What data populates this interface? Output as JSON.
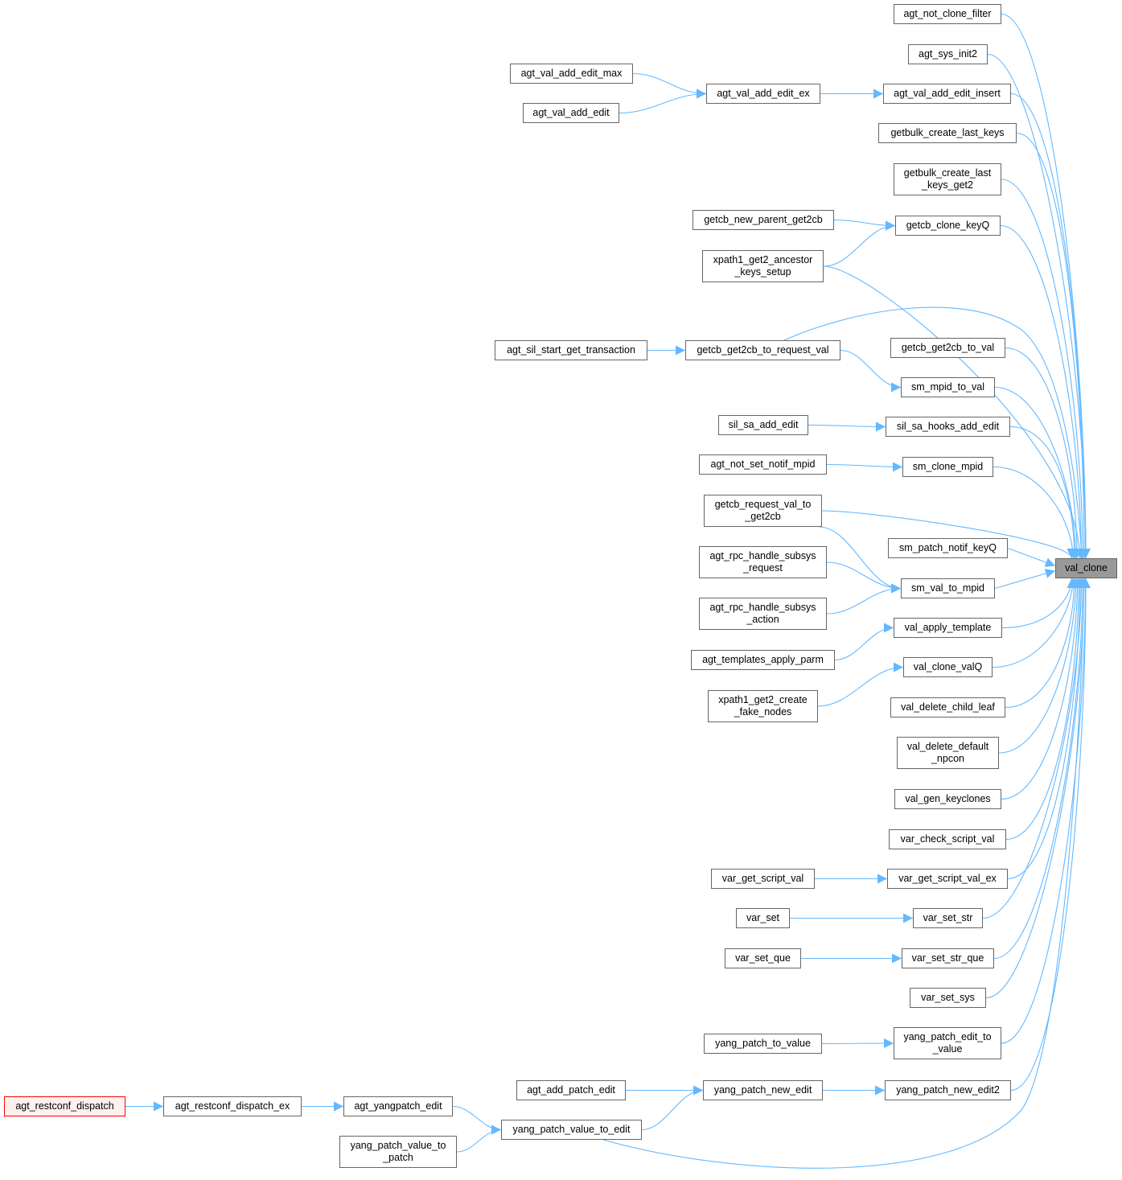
{
  "title": "val_clone caller graph",
  "colors": {
    "edge": "#63b8ff",
    "current_fill": "#999999",
    "root_border": "#ff0000",
    "root_fill": "#fff0f0"
  },
  "nodes": [
    {
      "id": "val_clone",
      "lines": [
        "val_clone"
      ],
      "kind": "current"
    },
    {
      "id": "agt_not_clone_filter",
      "lines": [
        "agt_not_clone_filter"
      ]
    },
    {
      "id": "agt_sys_init2",
      "lines": [
        "agt_sys_init2"
      ]
    },
    {
      "id": "agt_val_add_edit_insert",
      "lines": [
        "agt_val_add_edit_insert"
      ]
    },
    {
      "id": "getbulk_create_last_keys",
      "lines": [
        "getbulk_create_last_keys"
      ]
    },
    {
      "id": "getbulk_create_last_keys_get2",
      "lines": [
        "getbulk_create_last",
        "_keys_get2"
      ]
    },
    {
      "id": "getcb_clone_keyQ",
      "lines": [
        "getcb_clone_keyQ"
      ]
    },
    {
      "id": "getcb_get2cb_to_val",
      "lines": [
        "getcb_get2cb_to_val"
      ]
    },
    {
      "id": "sm_mpid_to_val",
      "lines": [
        "sm_mpid_to_val"
      ]
    },
    {
      "id": "sil_sa_hooks_add_edit",
      "lines": [
        "sil_sa_hooks_add_edit"
      ]
    },
    {
      "id": "sm_clone_mpid",
      "lines": [
        "sm_clone_mpid"
      ]
    },
    {
      "id": "sm_patch_notif_keyQ",
      "lines": [
        "sm_patch_notif_keyQ"
      ]
    },
    {
      "id": "sm_val_to_mpid",
      "lines": [
        "sm_val_to_mpid"
      ]
    },
    {
      "id": "val_apply_template",
      "lines": [
        "val_apply_template"
      ]
    },
    {
      "id": "val_clone_valQ",
      "lines": [
        "val_clone_valQ"
      ]
    },
    {
      "id": "val_delete_child_leaf",
      "lines": [
        "val_delete_child_leaf"
      ]
    },
    {
      "id": "val_delete_default_npcon",
      "lines": [
        "val_delete_default",
        "_npcon"
      ]
    },
    {
      "id": "val_gen_keyclones",
      "lines": [
        "val_gen_keyclones"
      ]
    },
    {
      "id": "var_check_script_val",
      "lines": [
        "var_check_script_val"
      ]
    },
    {
      "id": "var_get_script_val_ex",
      "lines": [
        "var_get_script_val_ex"
      ]
    },
    {
      "id": "var_set_str",
      "lines": [
        "var_set_str"
      ]
    },
    {
      "id": "var_set_str_que",
      "lines": [
        "var_set_str_que"
      ]
    },
    {
      "id": "var_set_sys",
      "lines": [
        "var_set_sys"
      ]
    },
    {
      "id": "yang_patch_edit_to_value",
      "lines": [
        "yang_patch_edit_to",
        "_value"
      ]
    },
    {
      "id": "yang_patch_new_edit2",
      "lines": [
        "yang_patch_new_edit2"
      ]
    },
    {
      "id": "agt_val_add_edit_ex",
      "lines": [
        "agt_val_add_edit_ex"
      ]
    },
    {
      "id": "getcb_new_parent_get2cb",
      "lines": [
        "getcb_new_parent_get2cb"
      ]
    },
    {
      "id": "xpath1_get2_ancestor_keys_setup",
      "lines": [
        "xpath1_get2_ancestor",
        "_keys_setup"
      ]
    },
    {
      "id": "getcb_get2cb_to_request_val",
      "lines": [
        "getcb_get2cb_to_request_val"
      ]
    },
    {
      "id": "sil_sa_add_edit",
      "lines": [
        "sil_sa_add_edit"
      ]
    },
    {
      "id": "agt_not_set_notif_mpid",
      "lines": [
        "agt_not_set_notif_mpid"
      ]
    },
    {
      "id": "getcb_request_val_to_get2cb",
      "lines": [
        "getcb_request_val_to",
        "_get2cb"
      ]
    },
    {
      "id": "agt_rpc_handle_subsys_request",
      "lines": [
        "agt_rpc_handle_subsys",
        "_request"
      ]
    },
    {
      "id": "agt_rpc_handle_subsys_action",
      "lines": [
        "agt_rpc_handle_subsys",
        "_action"
      ]
    },
    {
      "id": "agt_templates_apply_parm",
      "lines": [
        "agt_templates_apply_parm"
      ]
    },
    {
      "id": "xpath1_get2_create_fake_nodes",
      "lines": [
        "xpath1_get2_create",
        "_fake_nodes"
      ]
    },
    {
      "id": "var_get_script_val",
      "lines": [
        "var_get_script_val"
      ]
    },
    {
      "id": "var_set",
      "lines": [
        "var_set"
      ]
    },
    {
      "id": "var_set_que",
      "lines": [
        "var_set_que"
      ]
    },
    {
      "id": "yang_patch_to_value",
      "lines": [
        "yang_patch_to_value"
      ]
    },
    {
      "id": "yang_patch_new_edit",
      "lines": [
        "yang_patch_new_edit"
      ]
    },
    {
      "id": "agt_val_add_edit_max",
      "lines": [
        "agt_val_add_edit_max"
      ]
    },
    {
      "id": "agt_val_add_edit",
      "lines": [
        "agt_val_add_edit"
      ]
    },
    {
      "id": "agt_sil_start_get_transaction",
      "lines": [
        "agt_sil_start_get_transaction"
      ]
    },
    {
      "id": "agt_add_patch_edit",
      "lines": [
        "agt_add_patch_edit"
      ]
    },
    {
      "id": "agt_yangpatch_edit",
      "lines": [
        "agt_yangpatch_edit"
      ]
    },
    {
      "id": "yang_patch_value_to_edit",
      "lines": [
        "yang_patch_value_to_edit"
      ]
    },
    {
      "id": "yang_patch_value_to_patch",
      "lines": [
        "yang_patch_value_to",
        "_patch"
      ]
    },
    {
      "id": "agt_restconf_dispatch_ex",
      "lines": [
        "agt_restconf_dispatch_ex"
      ]
    },
    {
      "id": "agt_restconf_dispatch",
      "lines": [
        "agt_restconf_dispatch"
      ],
      "kind": "root"
    }
  ],
  "edges": [
    [
      "agt_not_clone_filter",
      "val_clone"
    ],
    [
      "agt_sys_init2",
      "val_clone"
    ],
    [
      "agt_val_add_edit_insert",
      "val_clone"
    ],
    [
      "getbulk_create_last_keys",
      "val_clone"
    ],
    [
      "getbulk_create_last_keys_get2",
      "val_clone"
    ],
    [
      "getcb_clone_keyQ",
      "val_clone"
    ],
    [
      "xpath1_get2_ancestor_keys_setup",
      "val_clone"
    ],
    [
      "getcb_get2cb_to_request_val",
      "val_clone"
    ],
    [
      "getcb_get2cb_to_val",
      "val_clone"
    ],
    [
      "sm_mpid_to_val",
      "val_clone"
    ],
    [
      "sil_sa_hooks_add_edit",
      "val_clone"
    ],
    [
      "sm_clone_mpid",
      "val_clone"
    ],
    [
      "getcb_request_val_to_get2cb",
      "val_clone"
    ],
    [
      "sm_patch_notif_keyQ",
      "val_clone"
    ],
    [
      "sm_val_to_mpid",
      "val_clone"
    ],
    [
      "val_apply_template",
      "val_clone"
    ],
    [
      "val_clone_valQ",
      "val_clone"
    ],
    [
      "val_delete_child_leaf",
      "val_clone"
    ],
    [
      "val_delete_default_npcon",
      "val_clone"
    ],
    [
      "val_gen_keyclones",
      "val_clone"
    ],
    [
      "var_check_script_val",
      "val_clone"
    ],
    [
      "var_get_script_val_ex",
      "val_clone"
    ],
    [
      "var_set_str",
      "val_clone"
    ],
    [
      "var_set_str_que",
      "val_clone"
    ],
    [
      "var_set_sys",
      "val_clone"
    ],
    [
      "yang_patch_edit_to_value",
      "val_clone"
    ],
    [
      "yang_patch_new_edit2",
      "val_clone"
    ],
    [
      "yang_patch_value_to_edit",
      "val_clone"
    ],
    [
      "agt_val_add_edit_max",
      "agt_val_add_edit_ex"
    ],
    [
      "agt_val_add_edit",
      "agt_val_add_edit_ex"
    ],
    [
      "agt_val_add_edit_ex",
      "agt_val_add_edit_insert"
    ],
    [
      "getcb_new_parent_get2cb",
      "getcb_clone_keyQ"
    ],
    [
      "xpath1_get2_ancestor_keys_setup",
      "getcb_clone_keyQ"
    ],
    [
      "agt_sil_start_get_transaction",
      "getcb_get2cb_to_request_val"
    ],
    [
      "getcb_get2cb_to_request_val",
      "sm_mpid_to_val"
    ],
    [
      "sil_sa_add_edit",
      "sil_sa_hooks_add_edit"
    ],
    [
      "agt_not_set_notif_mpid",
      "sm_clone_mpid"
    ],
    [
      "getcb_request_val_to_get2cb",
      "sm_val_to_mpid"
    ],
    [
      "agt_rpc_handle_subsys_request",
      "sm_val_to_mpid"
    ],
    [
      "agt_rpc_handle_subsys_action",
      "sm_val_to_mpid"
    ],
    [
      "agt_templates_apply_parm",
      "val_apply_template"
    ],
    [
      "xpath1_get2_create_fake_nodes",
      "val_clone_valQ"
    ],
    [
      "var_get_script_val",
      "var_get_script_val_ex"
    ],
    [
      "var_set",
      "var_set_str"
    ],
    [
      "var_set_que",
      "var_set_str_que"
    ],
    [
      "yang_patch_to_value",
      "yang_patch_edit_to_value"
    ],
    [
      "agt_add_patch_edit",
      "yang_patch_new_edit"
    ],
    [
      "yang_patch_new_edit",
      "yang_patch_new_edit2"
    ],
    [
      "agt_restconf_dispatch",
      "agt_restconf_dispatch_ex"
    ],
    [
      "agt_restconf_dispatch_ex",
      "agt_yangpatch_edit"
    ],
    [
      "agt_yangpatch_edit",
      "yang_patch_value_to_edit"
    ],
    [
      "yang_patch_value_to_patch",
      "yang_patch_value_to_edit"
    ],
    [
      "yang_patch_value_to_edit",
      "yang_patch_new_edit"
    ]
  ]
}
